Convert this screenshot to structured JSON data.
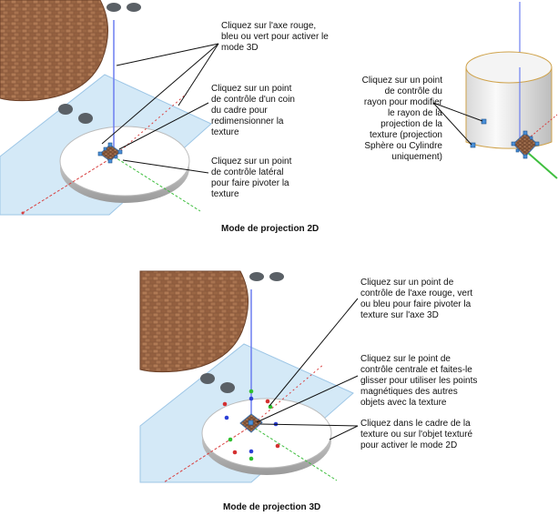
{
  "colors": {
    "plane_fill": "#d4e9f7",
    "plane_stroke": "#9dc6e6",
    "texture_base": "#8b5a3c",
    "axis_red": "#d94040",
    "axis_green": "#3fbf3f",
    "axis_blue": "#6d7ff0",
    "handle": "#4a90d9"
  },
  "diagram_2d": {
    "annotations": [
      "Cliquez sur l'axe rouge,\nbleu ou vert pour activer le\nmode 3D",
      "Cliquez sur un point\nde contrôle d'un coin\ndu cadre pour\nredimensionner la\ntexture",
      "Cliquez sur un point\nde contrôle latéral\npour faire pivoter la\ntexture"
    ],
    "caption": "Mode de projection 2D"
  },
  "diagram_cylinder": {
    "annotations": [
      "Cliquez sur un point\nde contrôle du\nrayon pour modifier\nle rayon de la\nprojection de la\ntexture (projection\nSphère ou Cylindre\nuniquement)"
    ]
  },
  "diagram_3d": {
    "annotations": [
      "Cliquez sur un point de\ncontrôle de l'axe rouge, vert\nou bleu pour faire pivoter la\ntexture sur l'axe 3D",
      "Cliquez sur le point de\ncontrôle centrale et faites-le\nglisser pour utiliser les points\nmagnétiques des autres\nobjets avec la texture",
      "Cliquez dans le cadre de la\ntexture ou sur l'objet texturé\npour activer le mode 2D"
    ],
    "caption": "Mode de projection 3D"
  }
}
